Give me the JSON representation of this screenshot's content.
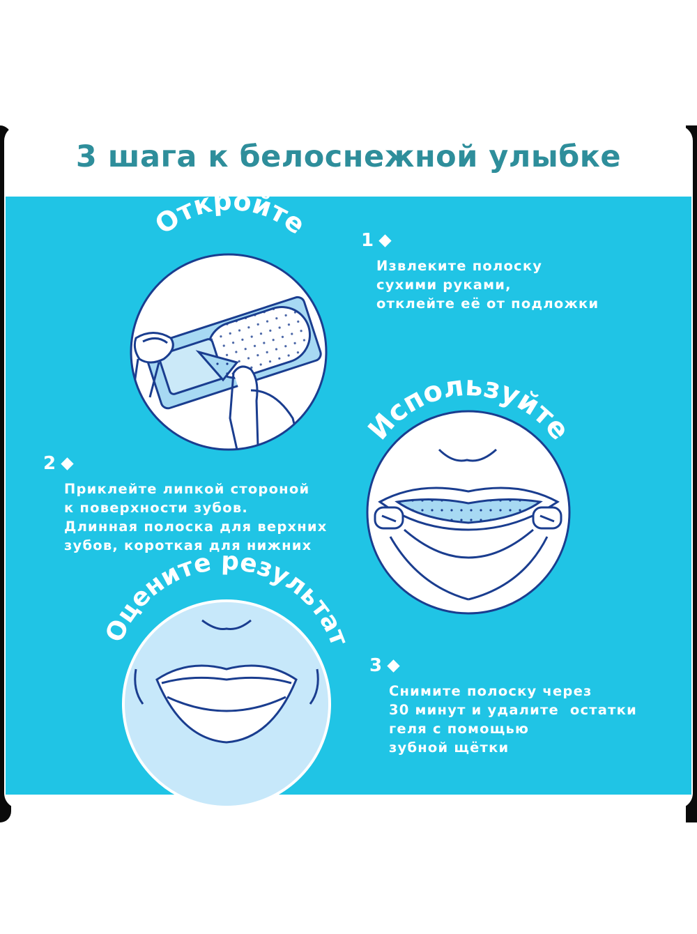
{
  "title": "3 шага к белоснежной улыбке",
  "colors": {
    "title": "#2e8e9b",
    "panel": "#20c4e5",
    "outline": "#1a3d8f",
    "strip": "#9fd6f2",
    "circle_fill": "#ffffff"
  },
  "steps": [
    {
      "number": "1",
      "heading": "Откройте",
      "text": "Извлеките полоску\nсухими руками,\nотклейте её от подложки"
    },
    {
      "number": "2",
      "heading": "Используйте",
      "text": "Приклейте липкой стороной\nк поверхности зубов.\nДлинная полоска для верхних\nзубов, короткая для нижних"
    },
    {
      "number": "3",
      "heading": "Оцените результат",
      "text": "Снимите полоску через\n30 минут и удалите  остатки\nгеля с помощью\nзубной щётки"
    }
  ],
  "icons": [
    "strip-peel-illustration",
    "mouth-strip-illustration",
    "smile-illustration",
    "diamond-bullet-icon"
  ]
}
